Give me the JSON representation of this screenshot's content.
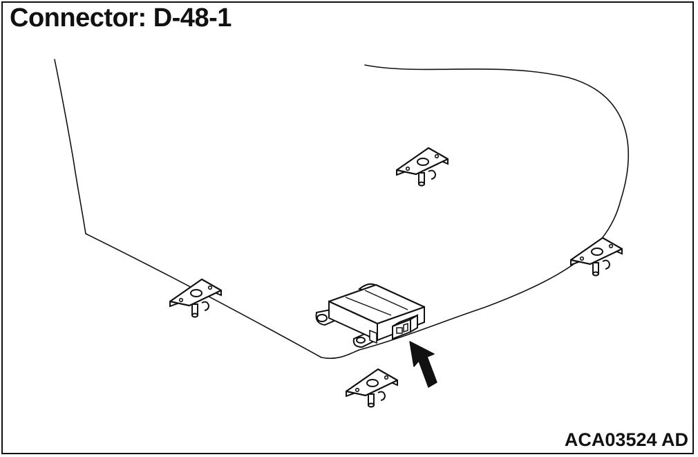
{
  "diagram": {
    "title": "Connector: D-48-1",
    "figure_code": "ACA03524 AD",
    "components": [
      {
        "name": "sensor-rear-center",
        "role": "mounting sensor"
      },
      {
        "name": "sensor-left",
        "role": "mounting sensor"
      },
      {
        "name": "sensor-right",
        "role": "mounting sensor"
      },
      {
        "name": "sensor-front-center",
        "role": "mounting sensor"
      },
      {
        "name": "control-unit",
        "role": "control unit with connector D-48-1"
      }
    ],
    "pointer": {
      "type": "arrow",
      "target": "connector D-48-1"
    }
  },
  "colors": {
    "line": "#111111",
    "fill": "#ffffff",
    "arrow": "#111111"
  }
}
